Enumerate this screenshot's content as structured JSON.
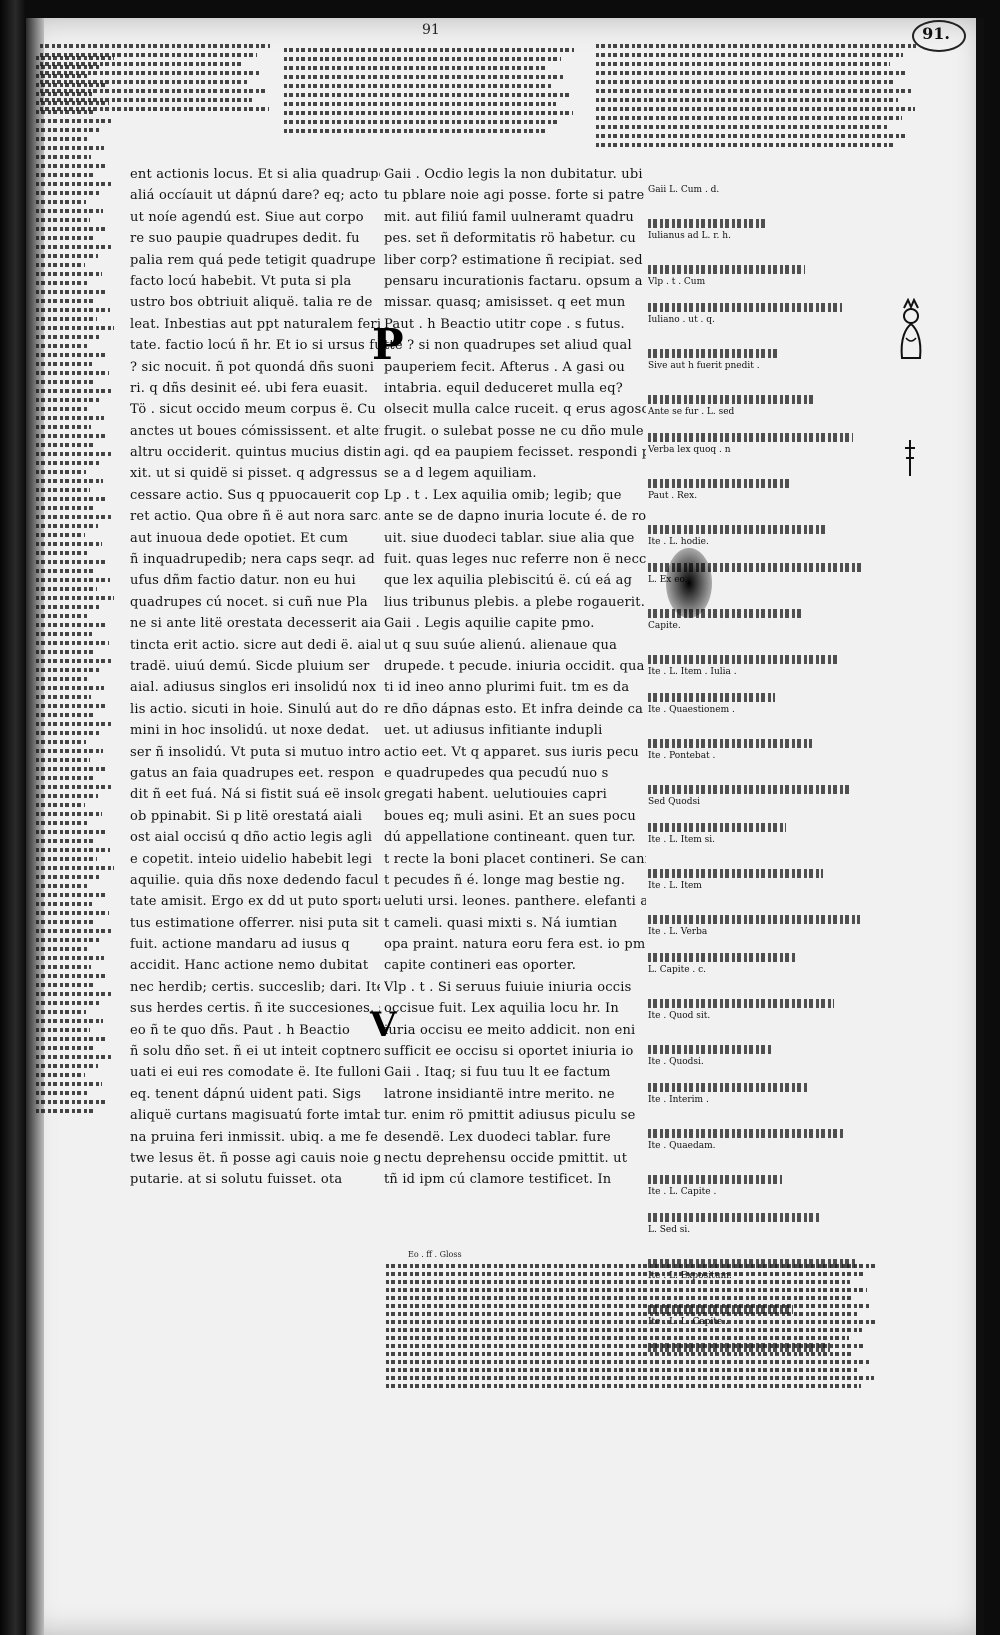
{
  "folio": {
    "number": "91.",
    "header": "91"
  },
  "main_text": {
    "column_a": [
      "ent actionis locus. Et si alia quadrupes",
      "aliá occíauit ut dápnú dare? eq; acto",
      "ut noíe agendú est. Siue aut corpo",
      "re suo paupie quadrupes dedit. fu",
      "palia rem quá pede tetigit quadrupe",
      "facto locú habebit. Vt puta si pla",
      "ustro bos obtriuit aliquë. talia re de",
      "leat. Inbestias aut ppt naturalem feri",
      "tate. factio locú ñ hr. Et io si ursus fug",
      "? sic nocuit. ñ pot quondá dñs suoni",
      "ri. q dñs desinit eé. ubi fera euasit.",
      "Tö . sicut occido meum corpus ë. Cu",
      "anctes ut boues cómississent. et alter",
      "altru occiderit. quintus mucius distinc",
      "xit. ut si quidë si pisset. q adgressus erit.",
      "cessare actio. Sus q ppuocauerit cope",
      "ret actio. Qua obre ñ ë aut nora sarc.",
      "aut inuoua dede opotiet. Et cum",
      "ñ inquadrupedib; nera caps seqr. ad",
      "ufus dñm factio datur. non eu hui",
      "quadrupes cú nocet. si cuñ nue Pla",
      "ne si ante litë orestata decesserit aial. ex",
      "tincta erit actio. sicre aut dedi ë. aial",
      "tradë. uiuú demú. Sicde pluium ser",
      "aial. adiusus singlos eri insolidú nox",
      "lis actio. sicuti in hoie. Sinulú aut do",
      "mini in hoc insolidú. ut noxe dedat.",
      "ser ñ insolidú. Vt puta si mutuo intro",
      "gatus an faia quadrupes eet. respon",
      "dit ñ eet fuá. Ná si fistit suá eë insoldú",
      "ob ppinabit. Si p litë orestatá aiali",
      "ost aial occisú q dño actio legis agli",
      "e copetit. inteio uidelio habebit legi",
      "aquilie. quia dñs noxe dedendo facul",
      "tate amisit. Ergo ex dd ut puto sporta. h",
      "tus estimatione offerrer. nisi puta sit",
      "fuit. actione mandaru ad iusus q",
      "accidit. Hanc actione nemo dubitat",
      "nec herdib; certis. succeslib; dari. Ite aduí",
      "sus herdes certis. ñ ite succesiones. ser",
      "eo ñ te quo dñs. Paut . h Beactio",
      "ñ solu dño set. ñ ei ut inteit coptnero",
      "uati ei eui res comodate ë. Ite fullonico",
      "eq. tenent dápnú uident pati. Sigs",
      "aliquë curtans magisuatú forte imtab",
      "na pruina feri inmissit. ubiq. a me fe",
      "twe lesus ët. ñ posse agi cauis noie gra",
      "putarie. at si solutu fuisset. ota"
    ],
    "column_b": [
      "Gaii . Ocdio legis la non dubitatur. ubi",
      "tu pblare noie agi posse. forte si patre si",
      "mit. aut filiú famil uulneramt quadru",
      "pes. set ñ deformitatis rö habetur. cu",
      "liber corp? estimatione ñ recipiat. sed i",
      "pensaru incurationis factaru. opsum a",
      "missar. quasq; amisisset. q eet mun",
      "Paut . h Beactio utitr cope . s futus.",
      "tte ? si non quadrupes set aliud qual",
      "pauperiem fecit. Afterus . A gasi ou",
      "intabria. equil deduceret mulla eq?",
      "olsecit mulla calce ruceit. q erus agosol",
      "frugit. o sulebat posse ne cu dño mule",
      "agi. qd ea paupiem fecisset. respondi p",
      "se a d legem aquiliam.",
      "Lp . t . Lex aquilia omib; legib; que",
      "ante se de dapno inuria locute é. de roga",
      "uit. siue duodeci tablar. siue alia que",
      "fuit. quas leges nuc referre non ë necce.",
      "que lex aquilia plebiscitú ë. cú eá ag",
      "lius tribunus plebis. a plebe rogauerit.",
      "Gaii . Legis aquilie capite pmo.",
      "ut q suu suúe alienú. alienaue qua",
      "drupede. t pecude. iniuria occidit. qua",
      "ti id ineo anno plurimi fuit. tm es da",
      "re dño dápnas esto. Et infra deinde ca",
      "uet. ut adiusus infitiante indupli",
      "actio eet. Vt q apparet. sus iuris pecu",
      "e quadrupedes qua pecudú nuo s",
      "gregati habent. uelutiouies capri",
      "boues eq; muli asini. Et an sues pocu",
      "dú appellatione contineant. quen tur.",
      "t recte la boni placet contineri. Se canis",
      "t pecudes ñ é. longe mag bestie ng.",
      "ueluti ursi. leones. panthere. elefanti aut",
      "t cameli. quasi mixti s. Ná iumtian",
      "opa praint. natura eoru fera est. io pmo",
      "capite contineri eas oporter.",
      "Vlp . t . Si seruus fuiuie iniuria occis",
      "occisue fuit. Lex aquilia locu hr. In",
      "iuria occisu ee meito addicit. non eni",
      "sufficit ee occisu si oportet iniuria io",
      "Gaii . Itaq; si fuu tuu lt ee factum",
      "latrone insidiantë intre merito. ne",
      "tur. enim rö pmittit adiusus piculu se",
      "desendë. Lex duodeci tablar. fure",
      "nectu deprehensu occide pmittit. ut",
      "tñ id ipm cú clamore testificet. In"
    ]
  },
  "marginal_notes": {
    "right_glosses": [
      "Gaii L. Cum . d.",
      "Iulianus ad L. r. h.",
      "Vlp . t . Cum",
      "Iuliano . ut . q.",
      "Sive aut h fuerit pnedit .",
      "Ante se fur . L. sed",
      "Verba lex quoq . n",
      "Paut . Rex.",
      "Ite . L. hodie.",
      "L. Ex eo.",
      "Capite.",
      "Ite . L. Item . Iulia .",
      "Ite . Quaestionem .",
      "Ite . Pontebat .",
      "Sed Quodsi",
      "Ite . L. Item si.",
      "Ite . L. Item",
      "Ite . L. Verba",
      "L. Capite . c.",
      "Ite . Quod sit.",
      "Ite . Quodsi.",
      "Ite . Interim .",
      "Ite . Quaedam.",
      "Ite . L. Capite .",
      "L. Sed si.",
      "Ite . L. Expositum.",
      "Ite . L. L. Capite ."
    ],
    "bottom_note_label": "Eo . ff . Gloss"
  }
}
